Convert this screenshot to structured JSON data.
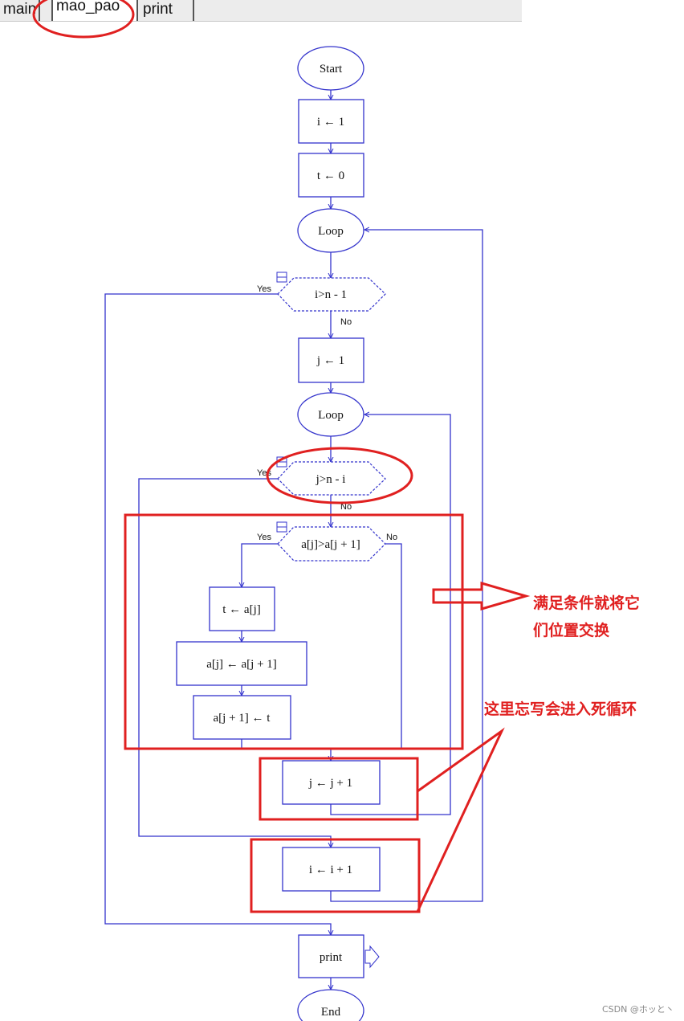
{
  "tabs": [
    {
      "label": "main"
    },
    {
      "label": "mao_pao"
    },
    {
      "label": "print"
    }
  ],
  "flowchart": {
    "start": "Start",
    "i_init": "i ← 1",
    "t_init": "t ← 0",
    "loop_outer": "Loop",
    "cond_outer": "i>n - 1",
    "j_init": "j ← 1",
    "loop_inner": "Loop",
    "cond_inner": "j>n - i",
    "cond_compare": "a[j]>a[j + 1]",
    "swap1": "t ← a[j]",
    "swap2": "a[j] ← a[j + 1]",
    "swap3": "a[j + 1] ← t",
    "j_inc": "j ← j + 1",
    "i_inc": "i ← i + 1",
    "call_print": "print",
    "end": "End",
    "yes": "Yes",
    "no": "No"
  },
  "annotations": {
    "swap_note_line1": "满足条件就将它",
    "swap_note_line2": "们位置交换",
    "loop_note": "这里忘写会进入死循环"
  },
  "watermark": "CSDN @ホッと丶",
  "colors": {
    "flow": "#3333cc",
    "annotation": "#e02020"
  }
}
